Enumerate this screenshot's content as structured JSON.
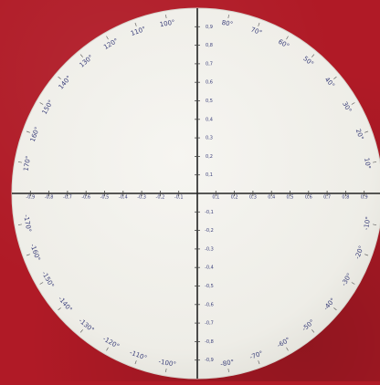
{
  "colors": {
    "background": "#b01a26",
    "disc": "#f1f0eb",
    "axis_line": "#222222",
    "ink": "#3a3f7a"
  },
  "scene": {
    "subject": "unit-circle-protractor-disc",
    "axis_ticks": {
      "top": [
        "0,9",
        "0,8",
        "0,7",
        "0,6",
        "0,5",
        "0,4",
        "0,3",
        "0,2",
        "0,1"
      ],
      "bottom": [
        "-0,1",
        "-0,2",
        "-0,3",
        "-0,4",
        "-0,5",
        "-0,6",
        "-0,7",
        "-0,8",
        "-0,9"
      ],
      "left": [
        "-0,9",
        "-0,8",
        "-0,7",
        "-0,6",
        "-0,5",
        "-0,4",
        "-0,3",
        "-0,2",
        "-0,1"
      ],
      "right": [
        "0,1",
        "0,2",
        "0,3",
        "0,4",
        "0,5",
        "0,6",
        "0,7",
        "0,8",
        "0,9"
      ]
    },
    "angle_labels": [
      {
        "deg": 80,
        "text": "80°"
      },
      {
        "deg": 70,
        "text": "70°"
      },
      {
        "deg": 60,
        "text": "60°"
      },
      {
        "deg": 50,
        "text": "50°"
      },
      {
        "deg": 40,
        "text": "40°"
      },
      {
        "deg": 30,
        "text": "30°"
      },
      {
        "deg": 20,
        "text": "20°"
      },
      {
        "deg": 10,
        "text": "10°"
      },
      {
        "deg": 100,
        "text": "100°"
      },
      {
        "deg": 110,
        "text": "110°"
      },
      {
        "deg": 120,
        "text": "120°"
      },
      {
        "deg": 130,
        "text": "130°"
      },
      {
        "deg": 140,
        "text": "140°"
      },
      {
        "deg": 150,
        "text": "150°"
      },
      {
        "deg": 160,
        "text": "160°"
      },
      {
        "deg": 170,
        "text": "170°"
      },
      {
        "deg": -10,
        "text": "-10°"
      },
      {
        "deg": -20,
        "text": "-20°"
      },
      {
        "deg": -30,
        "text": "-30°"
      },
      {
        "deg": -40,
        "text": "-40°"
      },
      {
        "deg": -50,
        "text": "-50°"
      },
      {
        "deg": -60,
        "text": "-60°"
      },
      {
        "deg": -70,
        "text": "-70°"
      },
      {
        "deg": -80,
        "text": "-80°"
      },
      {
        "deg": -100,
        "text": "-100°"
      },
      {
        "deg": -110,
        "text": "-110°"
      },
      {
        "deg": -120,
        "text": "-120°"
      },
      {
        "deg": -130,
        "text": "-130°"
      },
      {
        "deg": -140,
        "text": "-140°"
      },
      {
        "deg": -150,
        "text": "-150°"
      },
      {
        "deg": -160,
        "text": "-160°"
      },
      {
        "deg": -170,
        "text": "-170°"
      }
    ]
  }
}
